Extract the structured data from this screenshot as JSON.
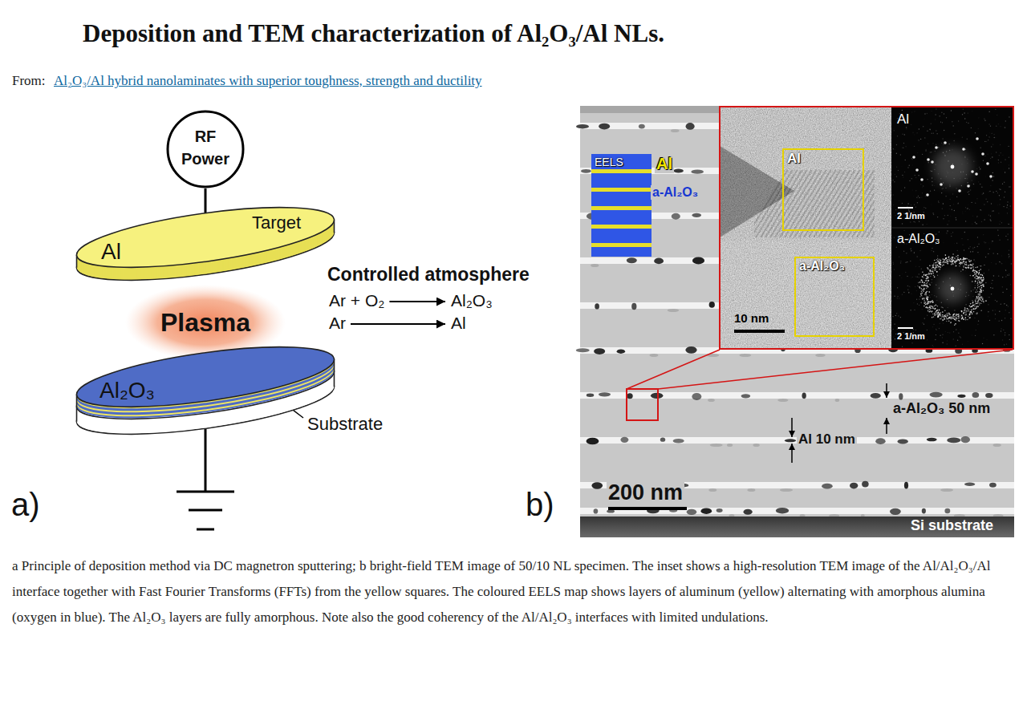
{
  "diagram": {
    "title": "Deposition and TEM characterization of Al₂O₃/Al NLs.",
    "caption": "a Principle of deposition method via DC magnetron sputtering; b bright-field TEM image of 50/10 NL specimen. The inset shows a high-resolution TEM image of the Al/Al₂O₃/Al interface together with Fast Fourier Transforms (FFTs) from the yellow squares. The coloured EELS map shows layers of aluminum (yellow) alternating with amorphous alumina (oxygen in blue). The Al₂O₃ layers are fully amorphous. Note also the good coherency of the Al/Al₂O₃ interfaces with limited undulations.",
    "nodes": [
      {
        "text": [
          "RF Power"
        ]
      },
      {
        "text": [
          "Al",
          "Target"
        ]
      },
      {
        "text": [
          "Plasma"
        ]
      },
      {
        "text": [
          "Al₂O₃"
        ]
      },
      {
        "text": [
          "EELS"
        ]
      },
      {
        "text": [
          "10 nm"
        ]
      },
      {
        "text": [
          "Al"
        ],
        "in": 5
      },
      {
        "text": [
          "a-Al₂O₃"
        ],
        "in": 5
      },
      {
        "text": [
          "Al",
          "2 1/nm"
        ],
        "in": 5
      },
      {
        "text": [
          "a-Al₂O₃",
          "2 1/nm"
        ],
        "in": 5
      }
    ],
    "edges": [
      {
        "from": 0,
        "to": 1,
        "arrow": "none"
      }
    ],
    "labels": [
      "From:",
      "Al₂O₃/Al hybrid nanolaminates with superior toughness, strength and ductility",
      "Controlled atmosphere",
      "Ar + O₂",
      "Al₂O₃",
      "Ar",
      "Al",
      "Substrate",
      "a)",
      "b)",
      "Al",
      "a-Al₂O₃",
      "a-Al₂O₃ 50 nm",
      "Al 10 nm",
      "200 nm",
      "Si substrate"
    ]
  }
}
